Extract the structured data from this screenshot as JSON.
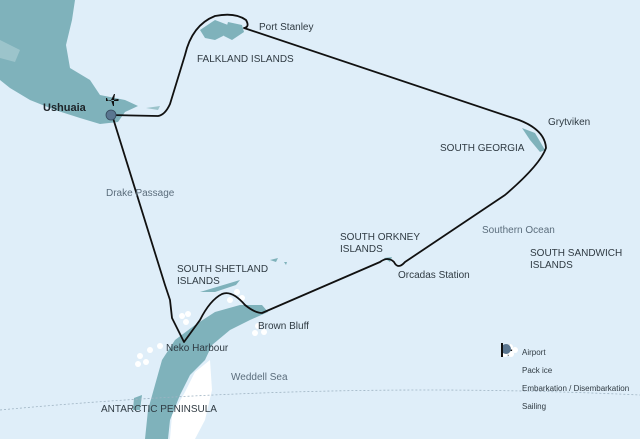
{
  "labels": {
    "ushuaia": "Ushuaia",
    "port_stanley": "Port Stanley",
    "falkland_islands": "FALKLAND ISLANDS",
    "grytviken": "Grytviken",
    "south_georgia": "SOUTH GEORGIA",
    "drake_passage": "Drake Passage",
    "southern_ocean": "Southern Ocean",
    "south_sandwich_islands": [
      "SOUTH SANDWICH",
      "ISLANDS"
    ],
    "south_orkney_islands": [
      "SOUTH ORKNEY",
      "ISLANDS"
    ],
    "orcadas_station": "Orcadas Station",
    "south_shetland_islands": [
      "SOUTH SHETLAND",
      "ISLANDS"
    ],
    "brown_bluff": "Brown Bluff",
    "neko_harbour": "Neko Harbour",
    "weddell_sea": "Weddell Sea",
    "antarctic_peninsula": "ANTARCTIC PENINSULA"
  },
  "legend": [
    {
      "icon": "airplane-icon",
      "label": "Airport"
    },
    {
      "icon": "pack-ice-icon",
      "label": "Pack ice"
    },
    {
      "icon": "embarkation-dot-icon",
      "label": "Embarkation / Disembarkation"
    },
    {
      "icon": "sailing-line-icon",
      "label": "Sailing"
    }
  ],
  "colors": {
    "sea": "#dfeef9",
    "land": "#7fb2bb",
    "ice": "#ffffff",
    "route": "#111111",
    "port": "#5a7690"
  }
}
